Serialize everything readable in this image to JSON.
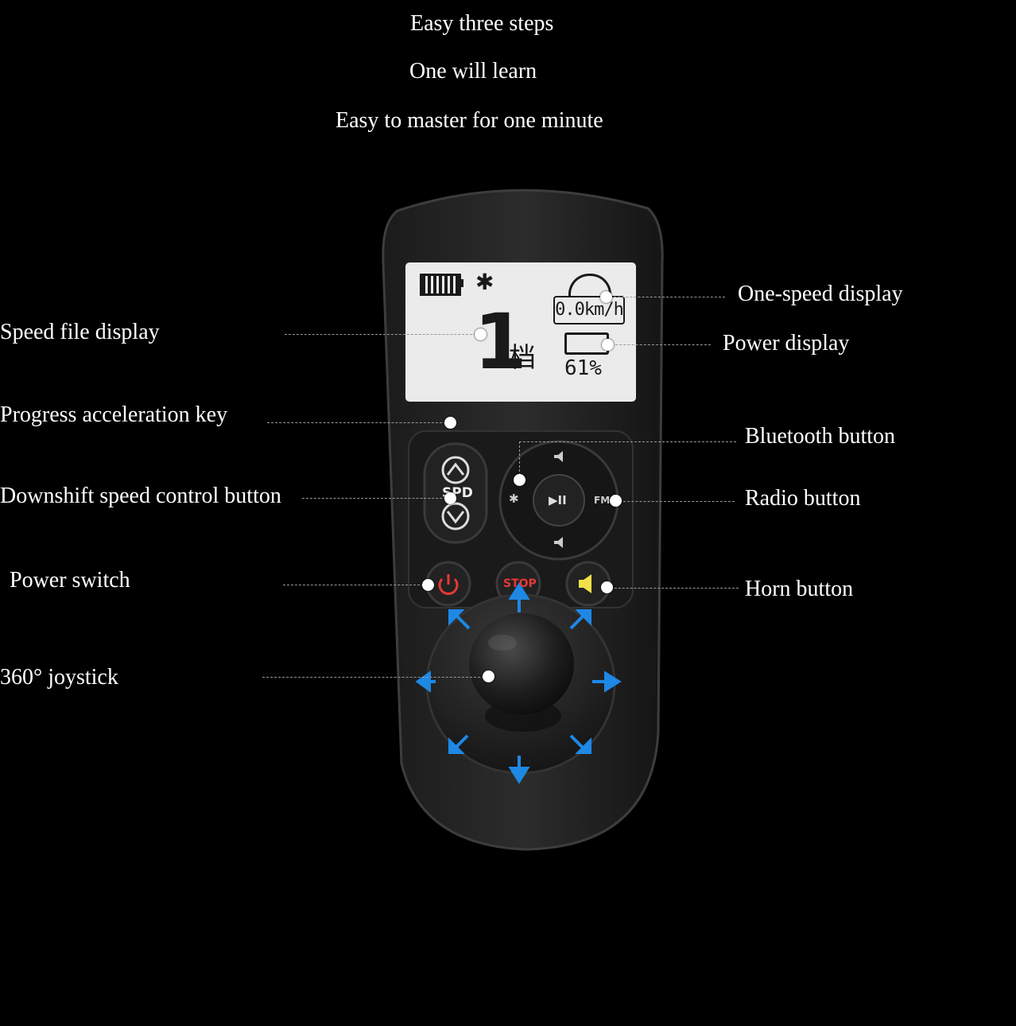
{
  "header": {
    "line1": "Easy three steps",
    "line2": "One will learn",
    "line3": "Easy to master for one minute"
  },
  "labels": {
    "one_speed_display": "One-speed display",
    "speed_file_display": "Speed file display",
    "power_display": "Power display",
    "progress_acceleration_key": "Progress acceleration key",
    "bluetooth_button": "Bluetooth button",
    "downshift_button": "Downshift speed control button",
    "radio_button": "Radio button",
    "power_switch": "Power switch",
    "horn_button": "Horn button",
    "joystick": "360° joystick"
  },
  "lcd": {
    "gear": "1",
    "gear_unit": "档",
    "speed": "0.0km/h",
    "battery_percent": "61%",
    "bluetooth_symbol": "✱"
  },
  "controls": {
    "spd_label": "SPD",
    "stop_label": "STOP",
    "fm_label": "FM",
    "play_symbol": "▶II"
  },
  "colors": {
    "arrow": "#1e88e5",
    "stop_red": "#e53935",
    "power_red": "#e53935",
    "horn_yellow": "#f2e04a"
  }
}
